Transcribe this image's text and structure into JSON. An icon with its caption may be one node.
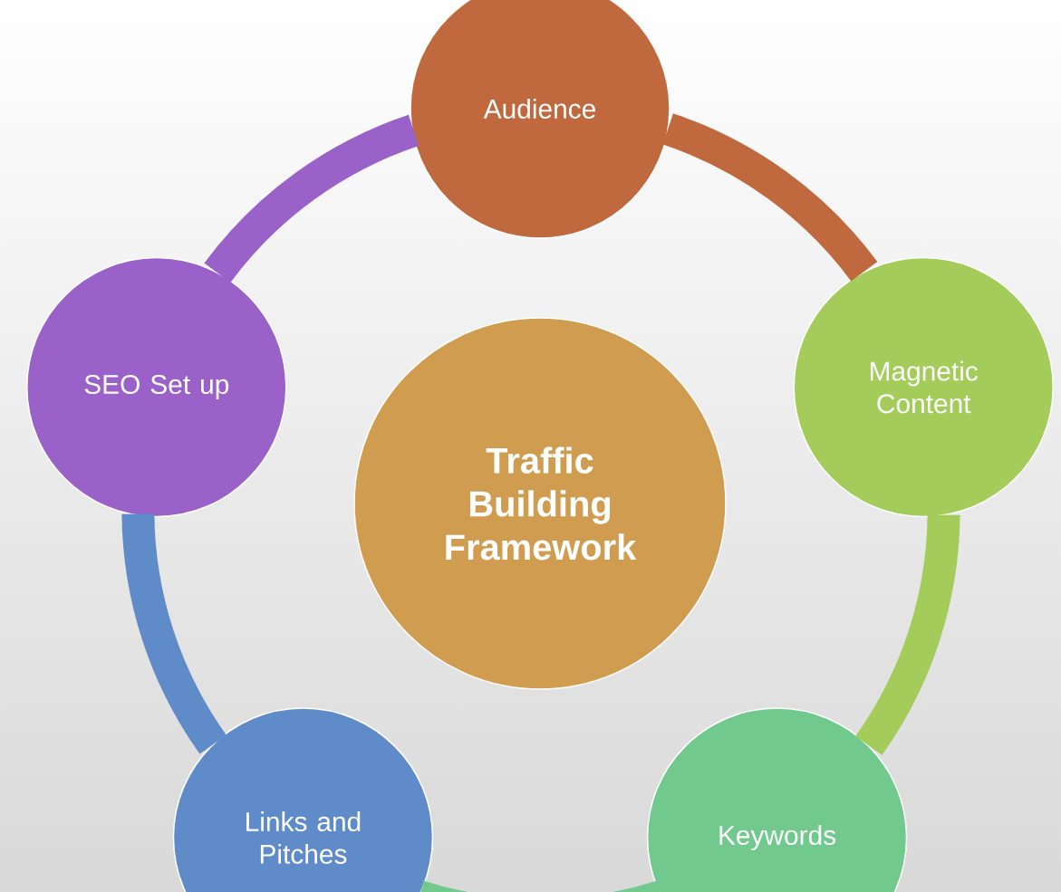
{
  "diagram": {
    "nodes": [
      {
        "text": [
          "Audience"
        ]
      },
      {
        "text": [
          "Magnetic Content"
        ]
      },
      {
        "text": [
          "Keywords"
        ]
      },
      {
        "text": [
          "Links and Pitches"
        ]
      },
      {
        "text": [
          "SEO Set up"
        ]
      },
      {
        "text": [
          "Traffic Building Framework"
        ]
      }
    ],
    "edges": [
      {
        "from": 0,
        "to": 1,
        "arrow": "none",
        "color": "#c0693e"
      },
      {
        "from": 1,
        "to": 2,
        "arrow": "none",
        "color": "#a3cc5a"
      },
      {
        "from": 2,
        "to": 3,
        "arrow": "none",
        "color": "#72c98e"
      },
      {
        "from": 3,
        "to": 4,
        "arrow": "none",
        "color": "#608bc9"
      },
      {
        "from": 4,
        "to": 0,
        "arrow": "none",
        "color": "#9a62c9"
      }
    ]
  }
}
